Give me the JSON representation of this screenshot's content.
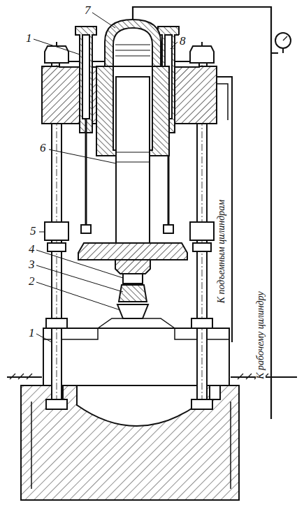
{
  "diagram": {
    "labels": [
      "1",
      "7",
      "8",
      "6",
      "5",
      "4",
      "3",
      "2",
      "1",
      "К подъемным цилиндрам",
      "К рабочему цилиндру"
    ]
  }
}
